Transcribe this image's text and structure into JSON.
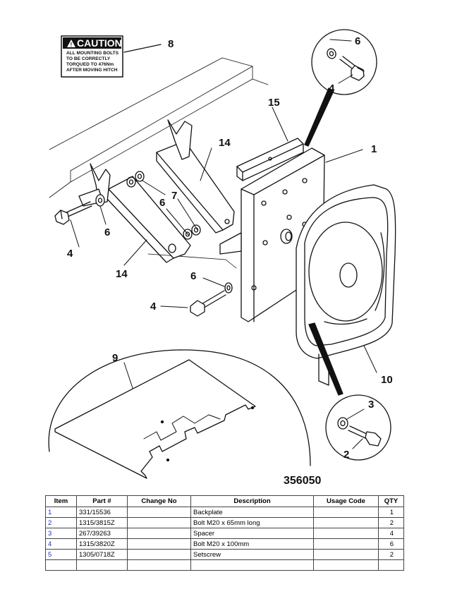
{
  "drawing": {
    "figure_number": "356050",
    "caution_label": {
      "title": "CAUTION",
      "lines": [
        "ALL MOUNTING BOLTS",
        "TO BE CORRECTLY",
        "TORQUED TO 476Nm",
        "AFTER MOVING HITCH"
      ]
    },
    "callouts": [
      "8",
      "6",
      "4",
      "15",
      "1",
      "14",
      "7",
      "6",
      "6",
      "4",
      "14",
      "6",
      "4",
      "9",
      "10",
      "3",
      "2"
    ]
  },
  "table": {
    "headers": [
      "Item",
      "Part #",
      "Change No",
      "Description",
      "Usage Code",
      "QTY"
    ],
    "rows": [
      {
        "item": "1",
        "part": "331/15536",
        "change": "",
        "description": "Backplate",
        "usage": "",
        "qty": "1"
      },
      {
        "item": "2",
        "part": "1315/3815Z",
        "change": "",
        "description": "Bolt M20 x 65mm long",
        "usage": "",
        "qty": "2"
      },
      {
        "item": "3",
        "part": "267/39263",
        "change": "",
        "description": "Spacer",
        "usage": "",
        "qty": "4"
      },
      {
        "item": "4",
        "part": "1315/3820Z",
        "change": "",
        "description": "Bolt M20 x 100mm",
        "usage": "",
        "qty": "6"
      },
      {
        "item": "5",
        "part": "1305/0718Z",
        "change": "",
        "description": "Setscrew",
        "usage": "",
        "qty": "2"
      },
      {
        "item": "",
        "part": "",
        "change": "",
        "description": "",
        "usage": "",
        "qty": ""
      }
    ]
  }
}
